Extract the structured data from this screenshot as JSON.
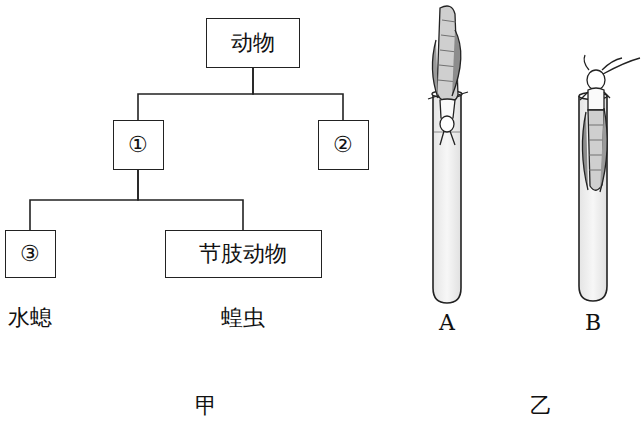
{
  "diagram": {
    "nodes": [
      {
        "text": [
          "动物"
        ]
      },
      {
        "text": [
          "①"
        ]
      },
      {
        "text": [
          "②"
        ]
      },
      {
        "text": [
          "③"
        ]
      },
      {
        "text": [
          "节肢动物"
        ]
      }
    ],
    "edges": [
      {
        "from": 0,
        "to": 1,
        "arrow": "none"
      },
      {
        "from": 0,
        "to": 2,
        "arrow": "none"
      },
      {
        "from": 1,
        "to": 3,
        "arrow": "none"
      },
      {
        "from": 1,
        "to": 4,
        "arrow": "none"
      }
    ],
    "labels": [
      "水螅",
      "蝗虫",
      "A",
      "B",
      "甲",
      "乙"
    ]
  }
}
